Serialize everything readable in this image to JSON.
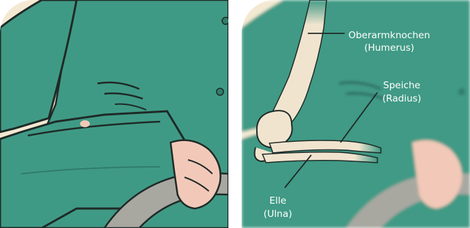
{
  "colors": {
    "background_cream": "#F3E9D2",
    "jacket_green": "#3F9A85",
    "jacket_green_dark": "#2F7D6B",
    "outline": "#1F2A27",
    "skin": "#F2C9B8",
    "bone": "#F1E4CF",
    "steering_wheel": "#A8A8A0",
    "label_white": "#FFFFFF"
  },
  "labels": {
    "humerus": {
      "line1": "Oberarmknochen",
      "line2": "(Humerus)"
    },
    "radius": {
      "line1": "Speiche",
      "line2": "(Radius)"
    },
    "ulna": {
      "line1": "Elle",
      "line2": "(Ulna)"
    }
  }
}
